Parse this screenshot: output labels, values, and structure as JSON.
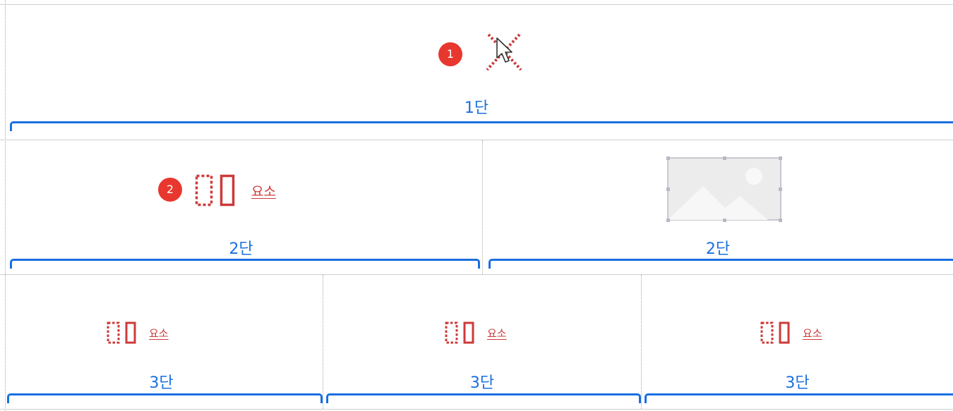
{
  "badges": {
    "step1": "1",
    "step2": "2"
  },
  "row1": {
    "label": "1단",
    "icon": "cursor-disabled-icon"
  },
  "row2": {
    "left": {
      "label": "2단",
      "element_label": "요소",
      "icon": "element-placeholder-icon"
    },
    "right": {
      "label": "2단",
      "icon": "image-placeholder-icon"
    }
  },
  "row3": {
    "cols": [
      {
        "label": "3단",
        "element_label": "요소"
      },
      {
        "label": "3단",
        "element_label": "요소"
      },
      {
        "label": "3단",
        "element_label": "요소"
      }
    ]
  },
  "colors": {
    "accent": "#1a6fe0",
    "element": "#cc3b3b",
    "badge": "#e8372e"
  }
}
